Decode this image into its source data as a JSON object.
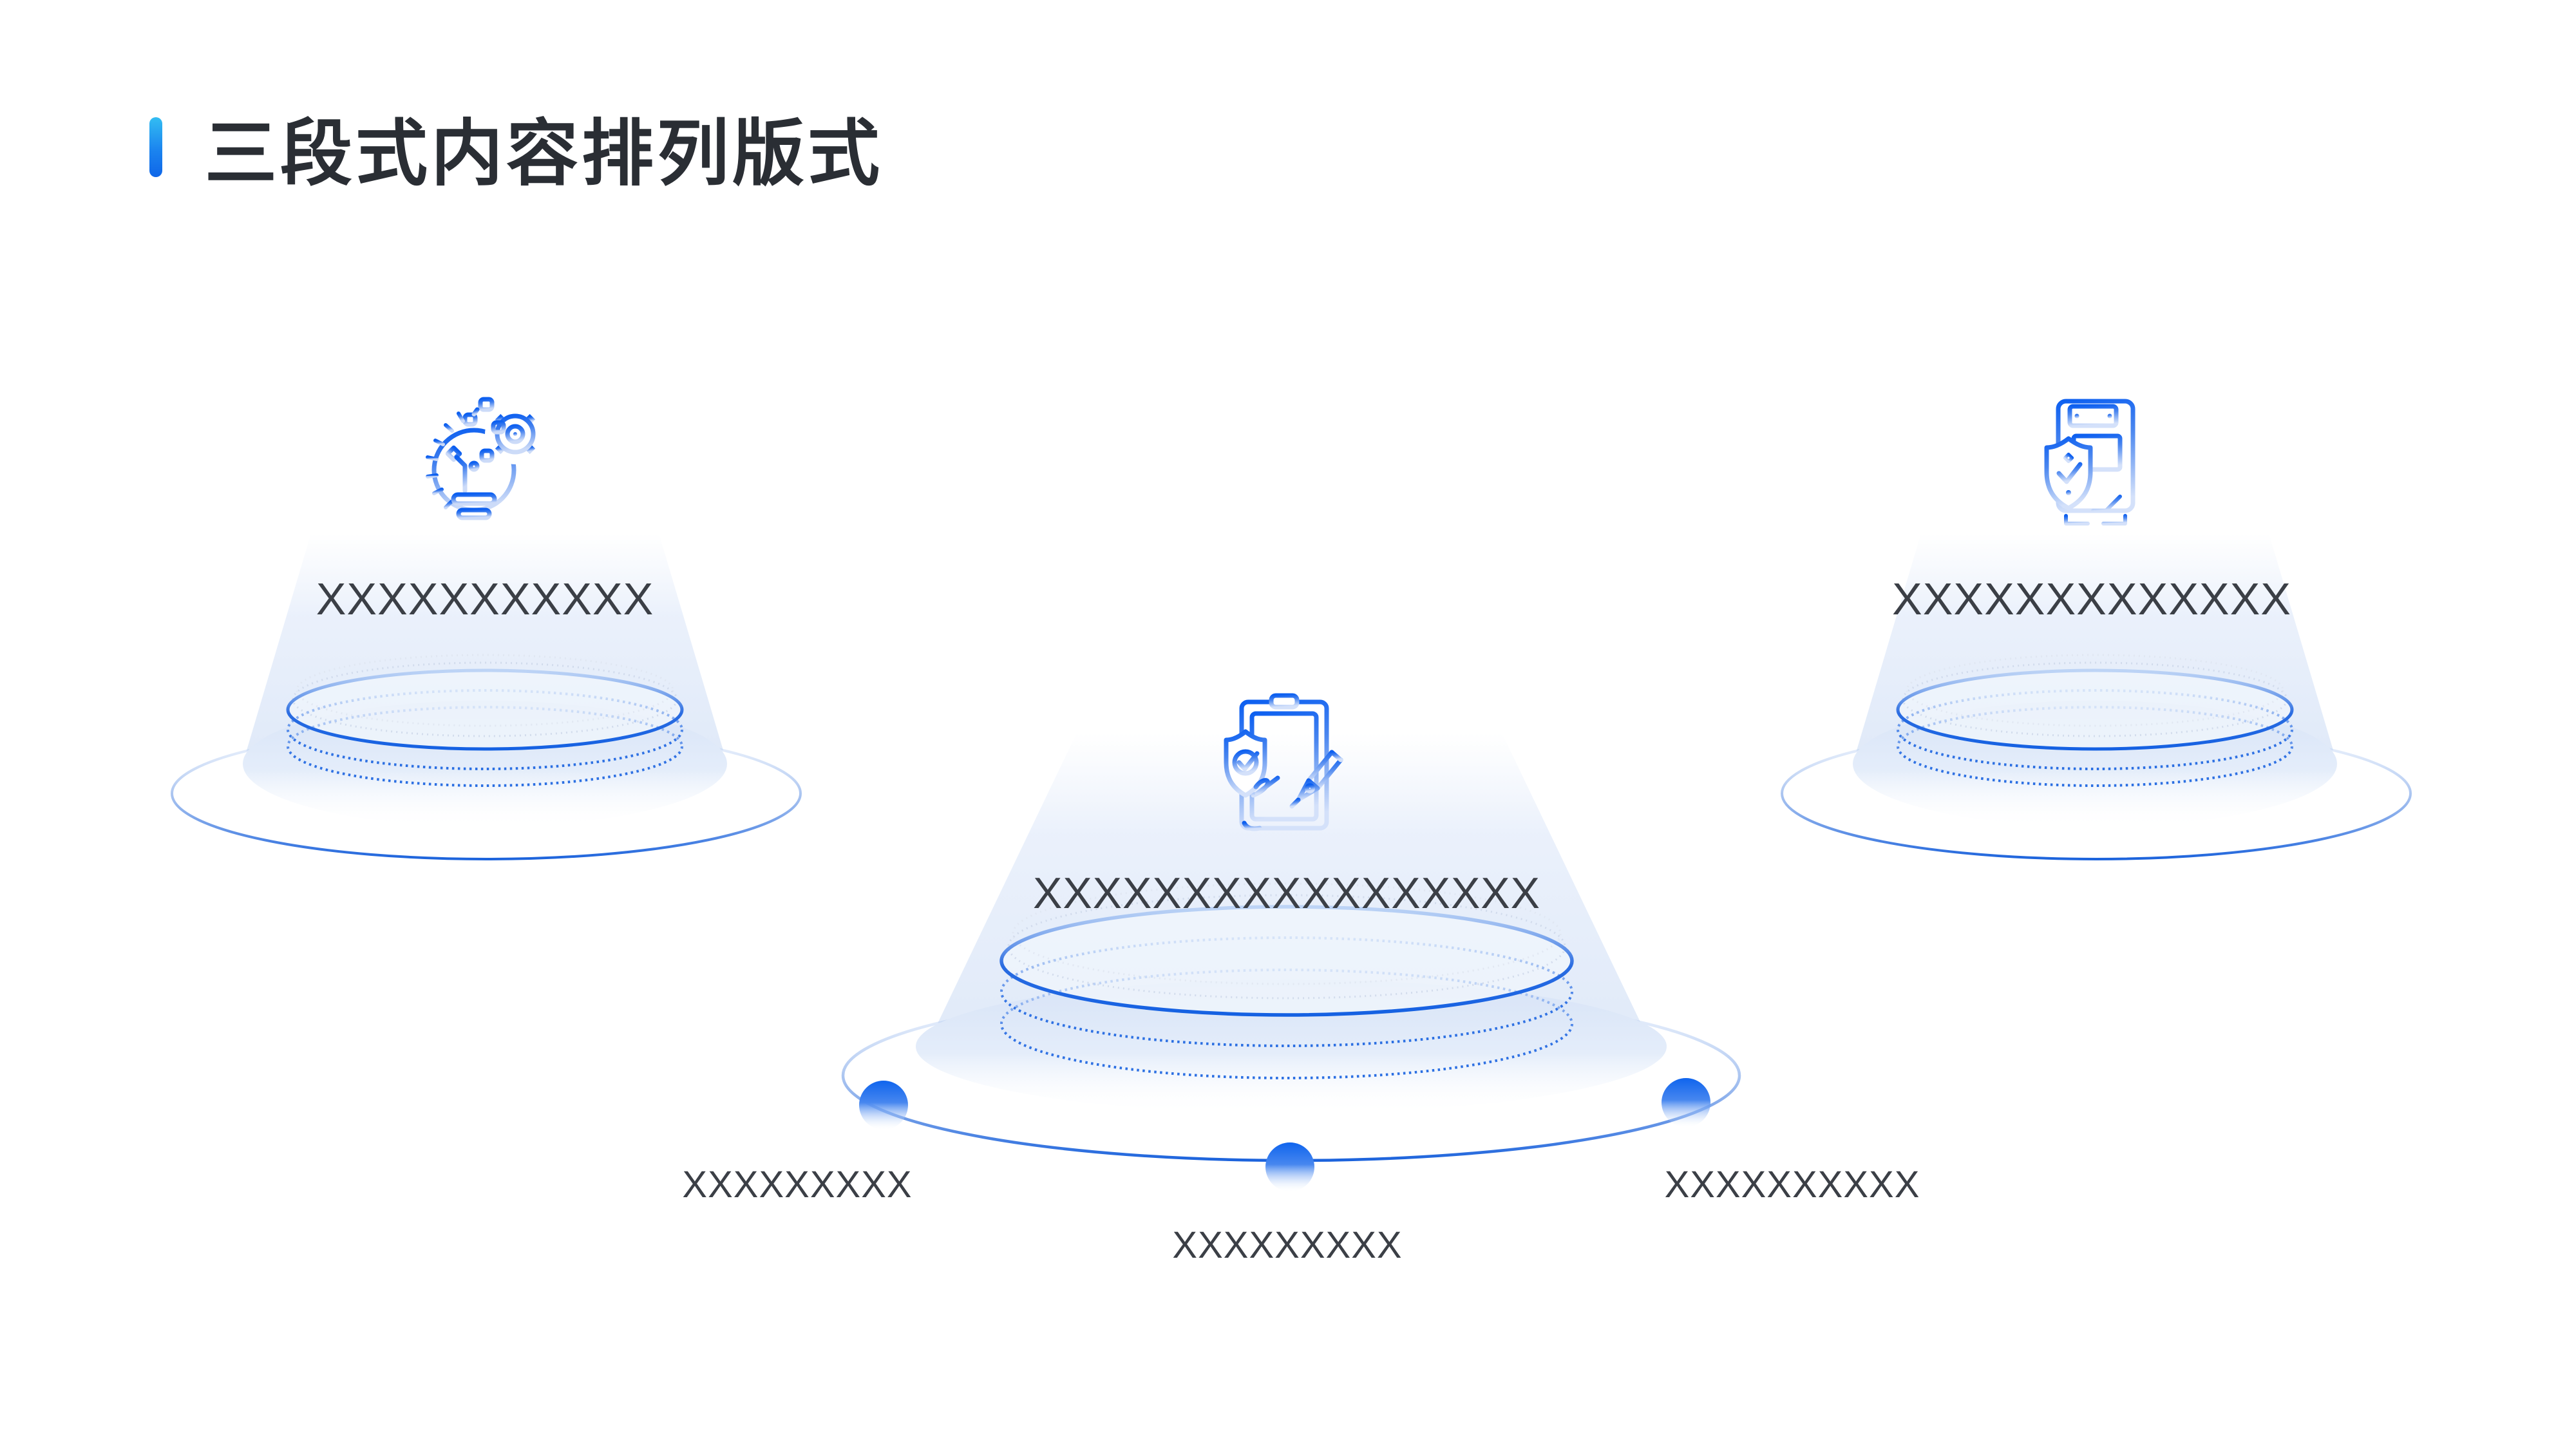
{
  "slide": {
    "background": "#ffffff",
    "title": {
      "text": "三段式内容排列版式",
      "color": "#2a2e34",
      "accent_bar_gradient": [
        "#33bdf2",
        "#0f66e8"
      ]
    },
    "podiums": {
      "left": {
        "icon": "innovation-bulb-gear-icon",
        "label": "XXXXXXXXXXX"
      },
      "center": {
        "icon": "contract-sign-shield-icon",
        "label": "XXXXXXXXXXXXXXXXX",
        "sub_labels": {
          "left": "XXXXXXXXX",
          "middle": "XXXXXXXXX",
          "right": "XXXXXXXXXX"
        }
      },
      "right": {
        "icon": "shield-document-icon",
        "label": "XXXXXXXXXXXXX"
      }
    },
    "colors": {
      "line_blue": "#1c63dc",
      "dotted_blue": "#2e70e3",
      "dot_fill_blue": "#0f64ee",
      "beam_blue": "#dfe9f8",
      "label_text": "#3b3f46"
    }
  }
}
